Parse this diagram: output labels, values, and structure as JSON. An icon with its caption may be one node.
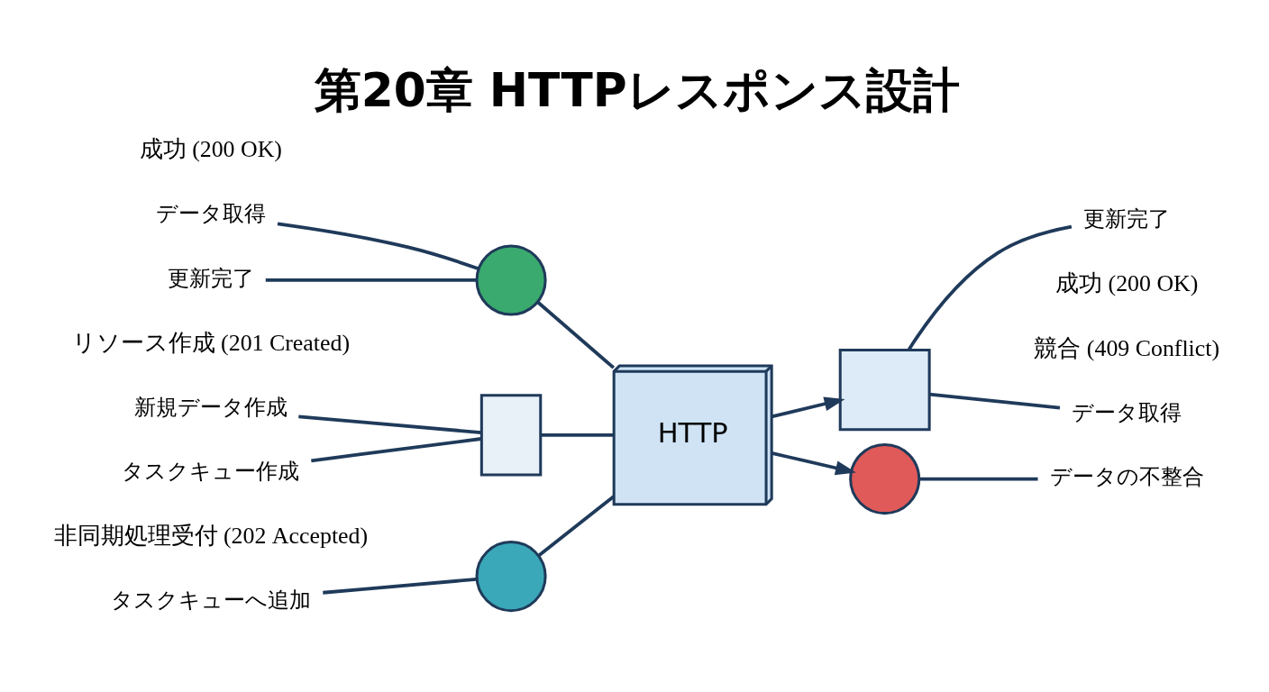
{
  "diagram": {
    "title": "第20章 HTTPレスポンス設計",
    "nodes": [
      {
        "text": [
          "HTTP"
        ]
      },
      {
        "text": [],
        "shape": "circle"
      },
      {
        "text": [],
        "shape": "box"
      },
      {
        "text": [],
        "shape": "circle"
      },
      {
        "text": [
          "データ取得"
        ]
      },
      {
        "text": [
          "更新完了"
        ]
      },
      {
        "text": [
          "新規データ作成"
        ]
      },
      {
        "text": [
          "タスクキュー作成"
        ]
      },
      {
        "text": [
          "タスクキューへ追加"
        ]
      },
      {
        "text": [],
        "shape": "box"
      },
      {
        "text": [],
        "shape": "circle"
      },
      {
        "text": [
          "データ取得"
        ]
      },
      {
        "text": [
          "更新完了"
        ]
      },
      {
        "text": [
          "データの不整合"
        ]
      }
    ],
    "edges": [
      {
        "from": 4,
        "to": 1,
        "arrow": "none"
      },
      {
        "from": 5,
        "to": 1,
        "arrow": "none"
      },
      {
        "from": 6,
        "to": 2,
        "arrow": "none"
      },
      {
        "from": 7,
        "to": 2,
        "arrow": "none"
      },
      {
        "from": 8,
        "to": 3,
        "arrow": "none"
      },
      {
        "from": 1,
        "to": 0,
        "arrow": "none"
      },
      {
        "from": 2,
        "to": 0,
        "arrow": "none"
      },
      {
        "from": 3,
        "to": 0,
        "arrow": "none"
      },
      {
        "from": 0,
        "to": 9,
        "arrow": "to"
      },
      {
        "from": 0,
        "to": 10,
        "arrow": "to"
      },
      {
        "from": 9,
        "to": 11,
        "arrow": "none"
      },
      {
        "from": 9,
        "to": 12,
        "arrow": "none"
      },
      {
        "from": 10,
        "to": 13,
        "arrow": "none"
      }
    ],
    "labels": [
      "成功 (200 OK)",
      "リソース作成 (201 Created)",
      "非同期処理受付 (202 Accepted)",
      "成功 (200 OK)",
      "競合 (409 Conflict)"
    ]
  }
}
